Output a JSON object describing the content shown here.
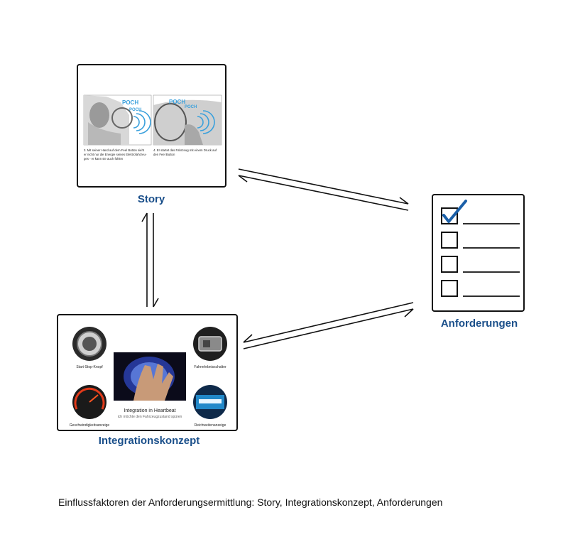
{
  "story": {
    "label": "Story",
    "panel1": {
      "poch_big": "POCH",
      "poch_small": "POCH",
      "caption_lines": [
        "3. Mit seiner Hand auf dem Feel Button sieht",
        "er nicht nur die Energie seines Elektrofahrzeu-",
        "ges - er kann sie auch fühlen"
      ]
    },
    "panel2": {
      "poch_big": "POCH",
      "poch_small": "POCH",
      "caption_lines": [
        "4. Er startet das Fahrzeug mit einem Druck auf",
        "den Feel Button"
      ]
    }
  },
  "integration": {
    "label": "Integrationskonzept",
    "items": {
      "start_stop": "Start-Stop-Knopf",
      "fahrerlebnis": "Fahrerlebnisschalter",
      "geschwindigkeit": "Geschwindigkeitsanzeige",
      "reichweite": "Reichweitenanzeige"
    },
    "center_title": "Integration in Heartbeat",
    "center_subtitle": "ich möchte den Fahrzeugzustand spüren"
  },
  "requirements": {
    "label": "Anforderungen",
    "rows": 4,
    "checked_rows": [
      1
    ]
  },
  "caption": "Einflussfaktoren der Anforderungsermittlung: Story, Integrationskonzept, Anforderungen",
  "colors": {
    "label_blue": "#1a4f8a",
    "check_blue": "#1a5fa8",
    "wave_blue": "#3aa0dc"
  }
}
